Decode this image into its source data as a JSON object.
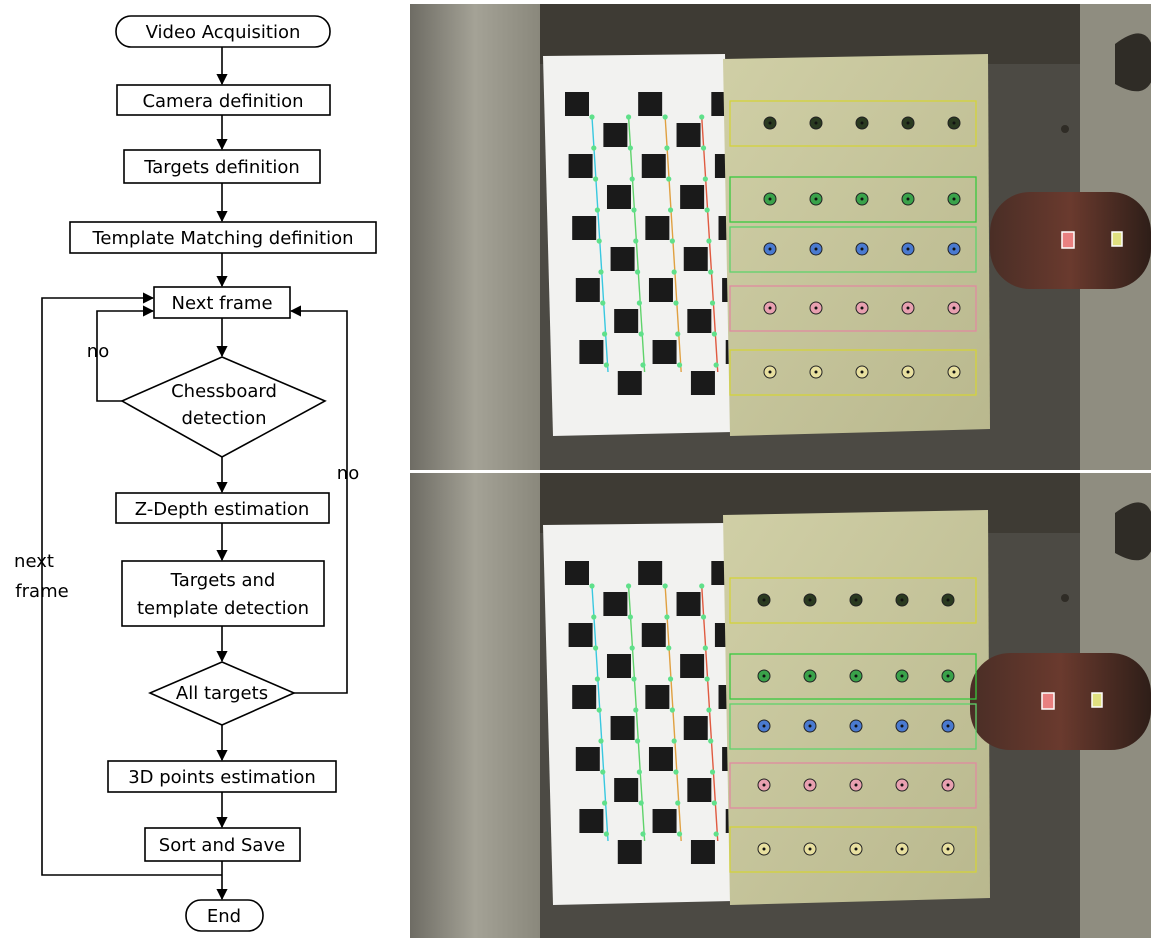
{
  "flowchart": {
    "start": "Video Acquisition",
    "camera_def": "Camera definition",
    "targets_def": "Targets definition",
    "template_def": "Template Matching definition",
    "next_frame": "Next frame",
    "chessboard_line1": "Chessboard",
    "chessboard_line2": "detection",
    "zdepth": "Z-Depth estimation",
    "targets_tpl_line1": "Targets and",
    "targets_tpl_line2": "template detection",
    "all_targets": "All targets",
    "points3d": "3D points estimation",
    "sort_save": "Sort and Save",
    "end": "End",
    "label_no_chess": "no",
    "label_no_targets": "no",
    "label_next_line1": "next",
    "label_next_line2": "frame"
  },
  "photos": {
    "colors": {
      "plate": "#c4c39a",
      "paper": "#f2f2f0",
      "metal": "#9c9a8c",
      "dark": "#3a3630",
      "row1": "#d4d33a",
      "row2": "#38c93e",
      "row3": "#5fd36b",
      "row4": "#e08aa0",
      "row5": "#d4d33a"
    }
  }
}
